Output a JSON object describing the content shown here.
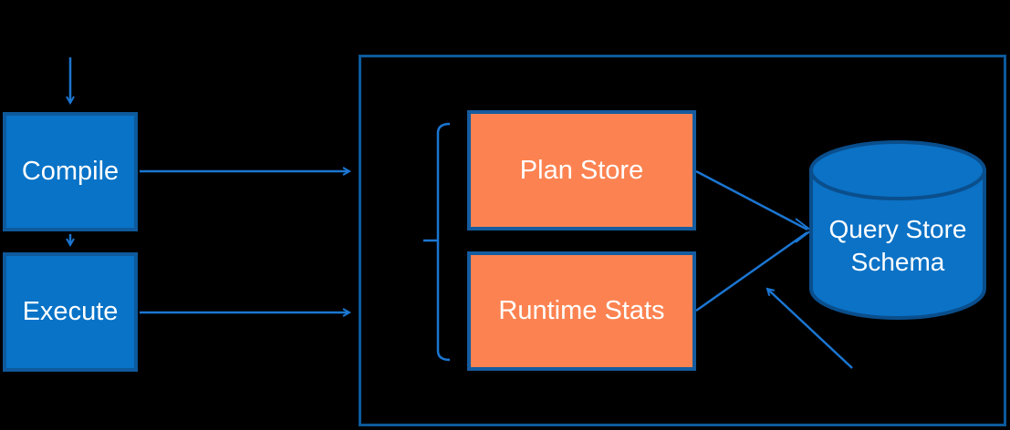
{
  "diagram": {
    "nodes": {
      "compile": {
        "label": "Compile"
      },
      "execute": {
        "label": "Execute"
      },
      "plan_store": {
        "label": "Plan Store"
      },
      "runtime_stats": {
        "label": "Runtime Stats"
      },
      "query_store_schema": {
        "label": "Query Store Schema"
      }
    }
  },
  "colors": {
    "background": "#000000",
    "node_fill_blue": "#0873C7",
    "node_border_blue": "#0E5A9C",
    "node_fill_orange": "#FC8351",
    "node_border_orange": "#155C9F",
    "container_border": "#0C5A9B",
    "arrow": "#1B76D2",
    "cylinder_fill": "#0B72C6",
    "cylinder_border": "#0A4E8C",
    "text_color": "#FFFFFF"
  }
}
